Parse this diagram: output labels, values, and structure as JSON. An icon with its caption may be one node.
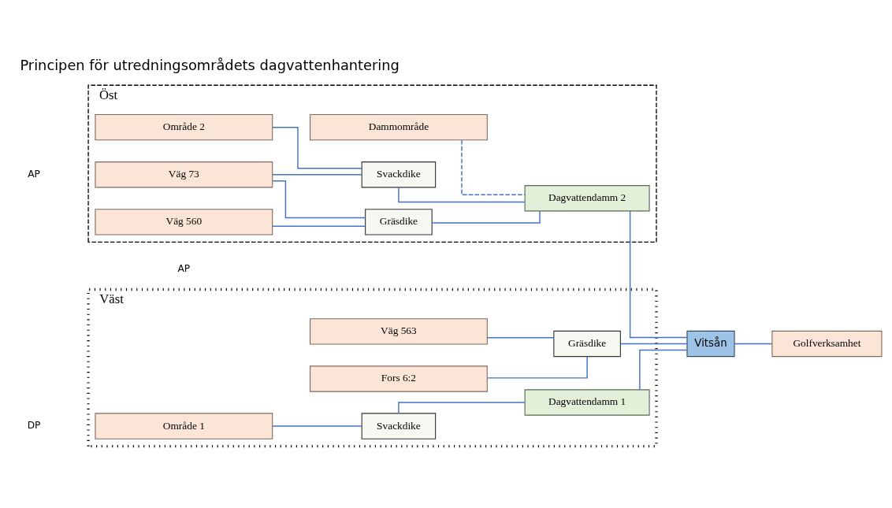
{
  "diagram": {
    "title": "Principen för utredningsområdets dagvattenhantering",
    "nodes": [
      {
        "text": [
          "Väst"
        ]
      },
      {
        "text": [
          "Område 1"
        ],
        "in": 0
      },
      {
        "text": [
          "Svackdike"
        ],
        "in": 0
      },
      {
        "text": [
          "Dagvattendamm 1"
        ],
        "in": 0
      },
      {
        "text": [
          "Fors 6:2"
        ],
        "in": 0
      },
      {
        "text": [
          "Väg 563"
        ],
        "in": 0
      },
      {
        "text": [
          "Gräsdike"
        ],
        "in": 0
      },
      {
        "text": [
          "Vitsån"
        ]
      },
      {
        "text": [
          "Öst"
        ]
      },
      {
        "text": [
          "Område 2"
        ],
        "in": 8
      },
      {
        "text": [
          "Svackdike"
        ],
        "in": 8
      },
      {
        "text": [
          "Dammområde"
        ],
        "in": 8
      },
      {
        "text": [
          "Dagvattendamm 2"
        ],
        "in": 8
      },
      {
        "text": [
          "Väg 73"
        ],
        "in": 8
      },
      {
        "text": [
          "Gräsdike"
        ],
        "in": 8
      },
      {
        "text": [
          "Väg 560"
        ],
        "in": 8
      },
      {
        "text": [
          "Golfverksamhet"
        ]
      }
    ],
    "edges": [
      {
        "from": 1,
        "to": 2,
        "arrow": "none"
      },
      {
        "from": 2,
        "to": 3,
        "arrow": "none"
      },
      {
        "from": 3,
        "to": 7,
        "arrow": "none"
      },
      {
        "from": 4,
        "to": 6,
        "arrow": "none"
      },
      {
        "from": 5,
        "to": 6,
        "arrow": "none"
      },
      {
        "from": 6,
        "to": 7,
        "arrow": "none"
      },
      {
        "from": 9,
        "to": 10,
        "arrow": "none"
      },
      {
        "from": 10,
        "to": 12,
        "arrow": "none"
      },
      {
        "from": 11,
        "to": 12,
        "arrow": "none",
        "style": "dashed"
      },
      {
        "from": 13,
        "to": 10,
        "arrow": "none"
      },
      {
        "from": 13,
        "to": 14,
        "arrow": "none"
      },
      {
        "from": 14,
        "to": 12,
        "arrow": "none"
      },
      {
        "from": 15,
        "to": 14,
        "arrow": "none"
      },
      {
        "from": 12,
        "to": 7,
        "arrow": "none"
      },
      {
        "from": 7,
        "to": 16,
        "arrow": "none"
      }
    ],
    "labels": [
      "DP",
      "AP",
      "AP"
    ]
  }
}
